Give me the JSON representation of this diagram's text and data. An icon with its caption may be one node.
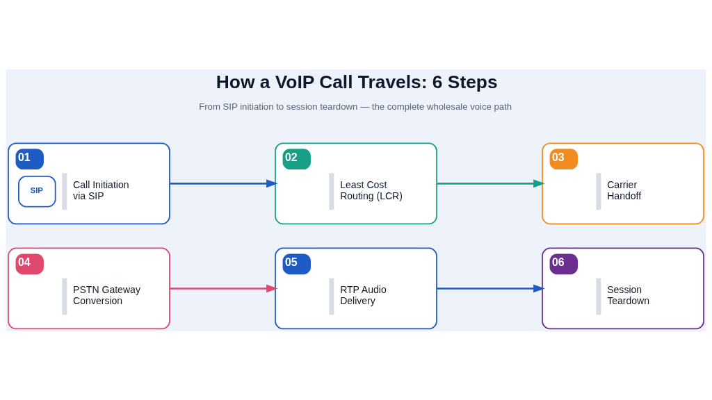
{
  "diagram": {
    "title": "How a VoIP Call Travels: 6 Steps",
    "nodes": [
      {
        "text": [
          "01",
          "SIP",
          "Call Initiation via SIP"
        ]
      },
      {
        "text": [
          "02",
          "Least Cost Routing (LCR)"
        ]
      },
      {
        "text": [
          "03",
          "Carrier Handoff"
        ]
      },
      {
        "text": [
          "04",
          "PSTN Gateway Conversion"
        ]
      },
      {
        "text": [
          "05",
          "RTP Audio Delivery"
        ]
      },
      {
        "text": [
          "06",
          "Session Teardown"
        ]
      }
    ],
    "edges": [
      {
        "from": 0,
        "to": 1,
        "arrow": "to",
        "color": "#1f5bc4"
      },
      {
        "from": 1,
        "to": 2,
        "arrow": "to",
        "color": "#17a086"
      },
      {
        "from": 3,
        "to": 4,
        "arrow": "to",
        "color": "#e0486f"
      },
      {
        "from": 4,
        "to": 5,
        "arrow": "to",
        "color": "#1f5bc4"
      }
    ],
    "labels": [
      "From SIP initiation to session teardown — the complete wholesale voice path"
    ]
  }
}
